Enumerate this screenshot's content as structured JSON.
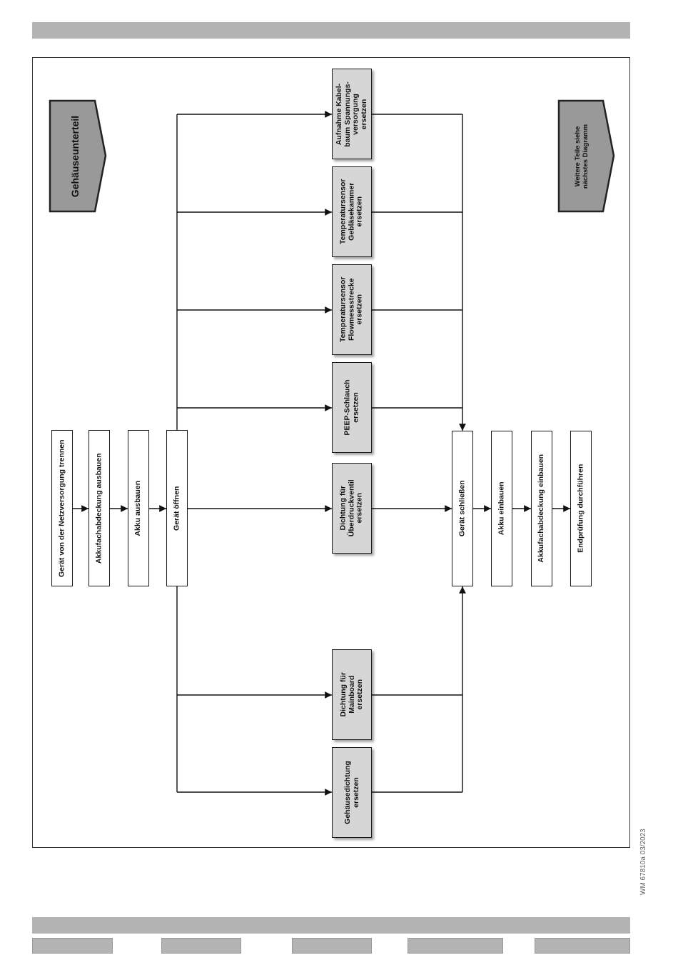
{
  "steps_left": [
    {
      "id": "netz",
      "text": [
        "Gerät von der Netzversorgung trennen"
      ]
    },
    {
      "id": "akkudeckel-aus",
      "text": [
        "Akkufachabdeckung ausbauen"
      ]
    },
    {
      "id": "akku-aus",
      "text": [
        "Akku ausbauen"
      ]
    },
    {
      "id": "oeffnen",
      "text": [
        "Gerät öffnen"
      ]
    }
  ],
  "parallel_tasks": [
    {
      "id": "kabelbaum",
      "text": [
        "Aufnahme Kabel-",
        "baum Spannungs-",
        "versorgung",
        "ersetzen"
      ]
    },
    {
      "id": "temp-geblaese",
      "text": [
        "Temperatursensor",
        "Gebläsekammer",
        "ersetzen"
      ]
    },
    {
      "id": "temp-flow",
      "text": [
        "Temperatursensor",
        "Flowmessstrecke",
        "ersetzen"
      ]
    },
    {
      "id": "peep",
      "text": [
        "PEEP-Schlauch",
        "ersetzen"
      ]
    },
    {
      "id": "ueberdruck",
      "text": [
        "Dichtung für",
        "Überdruckventil",
        "ersetzen"
      ]
    },
    {
      "id": "mainboard",
      "text": [
        "Dichtung für",
        "Mainboard",
        "ersetzen"
      ]
    },
    {
      "id": "gehaeuse",
      "text": [
        "Gehäusedichtung",
        "ersetzen"
      ]
    }
  ],
  "steps_right": [
    {
      "id": "schliessen",
      "text": [
        "Gerät schließen"
      ]
    },
    {
      "id": "akku-ein",
      "text": [
        "Akku einbauen"
      ]
    },
    {
      "id": "akkudeckel-ein",
      "text": [
        "Akkufachabdeckung einbauen"
      ]
    },
    {
      "id": "endpruefung",
      "text": [
        "Endprüfung durchführen"
      ]
    }
  ],
  "section_tag": "Gehäuseunterteil",
  "next_tag": [
    "Weitere Teile siehe",
    "nächstes Diagramm"
  ],
  "doc_ref": "WM 67810a 03/2023",
  "colors": {
    "bar": "#b3b3b3",
    "task_fill": "#d6d6d6",
    "tag_fill": "#999999"
  }
}
